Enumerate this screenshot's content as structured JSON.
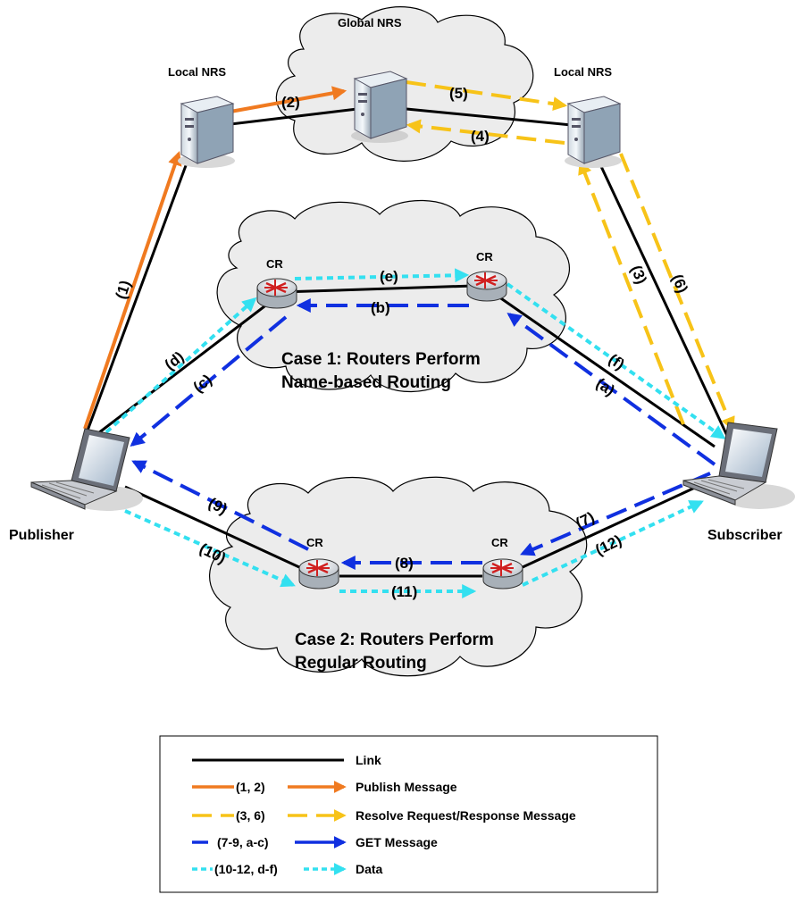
{
  "colors": {
    "link": "#000000",
    "publish": "#f07a20",
    "resolve": "#f7c318",
    "get": "#1030e0",
    "data": "#33e0f0",
    "cloud_fill": "#ececec"
  },
  "nodes": {
    "local_nrs_left": "Local NRS",
    "global_nrs": "Global NRS",
    "local_nrs_right": "Local NRS",
    "cr_case1_left": "CR",
    "cr_case1_right": "CR",
    "cr_case2_left": "CR",
    "cr_case2_right": "CR",
    "publisher": "Publisher",
    "subscriber": "Subscriber"
  },
  "cases": {
    "case1_line1": "Case 1: Routers Perform",
    "case1_line2": "Name-based Routing",
    "case2_line1": "Case 2: Routers Perform",
    "case2_line2": "Regular Routing"
  },
  "steps": {
    "s1": "(1)",
    "s2": "(2)",
    "s3": "(3)",
    "s4": "(4)",
    "s5": "(5)",
    "s6": "(6)",
    "s7": "(7)",
    "s8": "(8)",
    "s9": "(9)",
    "s10": "(10)",
    "s11": "(11)",
    "s12": "(12)",
    "sa": "(a)",
    "sb": "(b)",
    "sc": "(c)",
    "sd": "(d)",
    "se": "(e)",
    "sf": "(f)"
  },
  "legend": {
    "items": [
      {
        "tag": "",
        "label": "Link"
      },
      {
        "tag": "(1, 2)",
        "label": "Publish Message"
      },
      {
        "tag": "(3, 6)",
        "label": "Resolve Request/Response Message"
      },
      {
        "tag": "(7-9, a-c)",
        "label": "GET Message"
      },
      {
        "tag": "(10-12, d-f)",
        "label": "Data"
      }
    ]
  }
}
